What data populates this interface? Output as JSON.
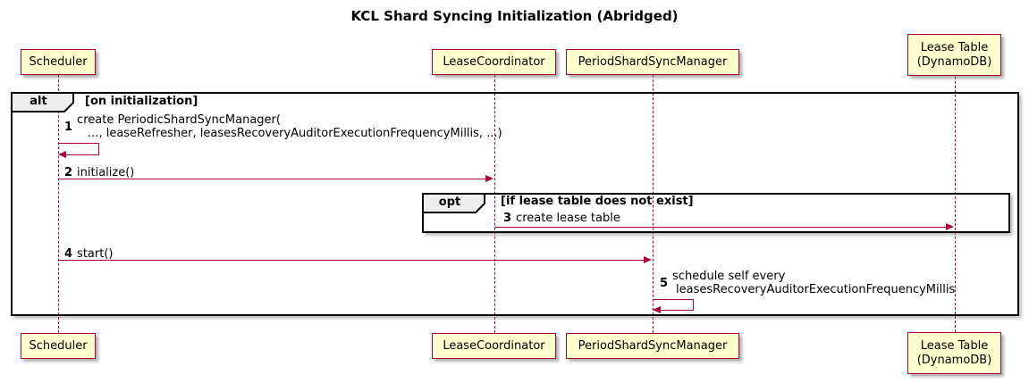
{
  "title": "KCL Shard Syncing Initialization (Abridged)",
  "participants": {
    "scheduler": "Scheduler",
    "lease_coordinator": "LeaseCoordinator",
    "period_shard_sync_manager": "PeriodShardSyncManager",
    "lease_table_line1": "Lease Table",
    "lease_table_line2": "(DynamoDB)"
  },
  "frames": {
    "alt_label": "alt",
    "alt_condition": "[on initialization]",
    "opt_label": "opt",
    "opt_condition": "[if lease table does not exist]"
  },
  "messages": {
    "m1_num": "1",
    "m1_line1": "create PeriodicShardSyncManager(",
    "m1_line2": "..., leaseRefresher, leasesRecoveryAuditorExecutionFrequencyMillis, ...)",
    "m2_num": "2",
    "m2_text": "initialize()",
    "m3_num": "3",
    "m3_text": "create lease table",
    "m4_num": "4",
    "m4_text": "start()",
    "m5_num": "5",
    "m5_line1": "schedule self every",
    "m5_line2": "leasesRecoveryAuditorExecutionFrequencyMillis"
  },
  "colors": {
    "participant_fill": "#FEFECE",
    "participant_border": "#A80036",
    "arrow": "#A80036",
    "lifeline": "#A80036",
    "frame_border": "#000000",
    "frame_label_fill": "#EEEEEE"
  }
}
